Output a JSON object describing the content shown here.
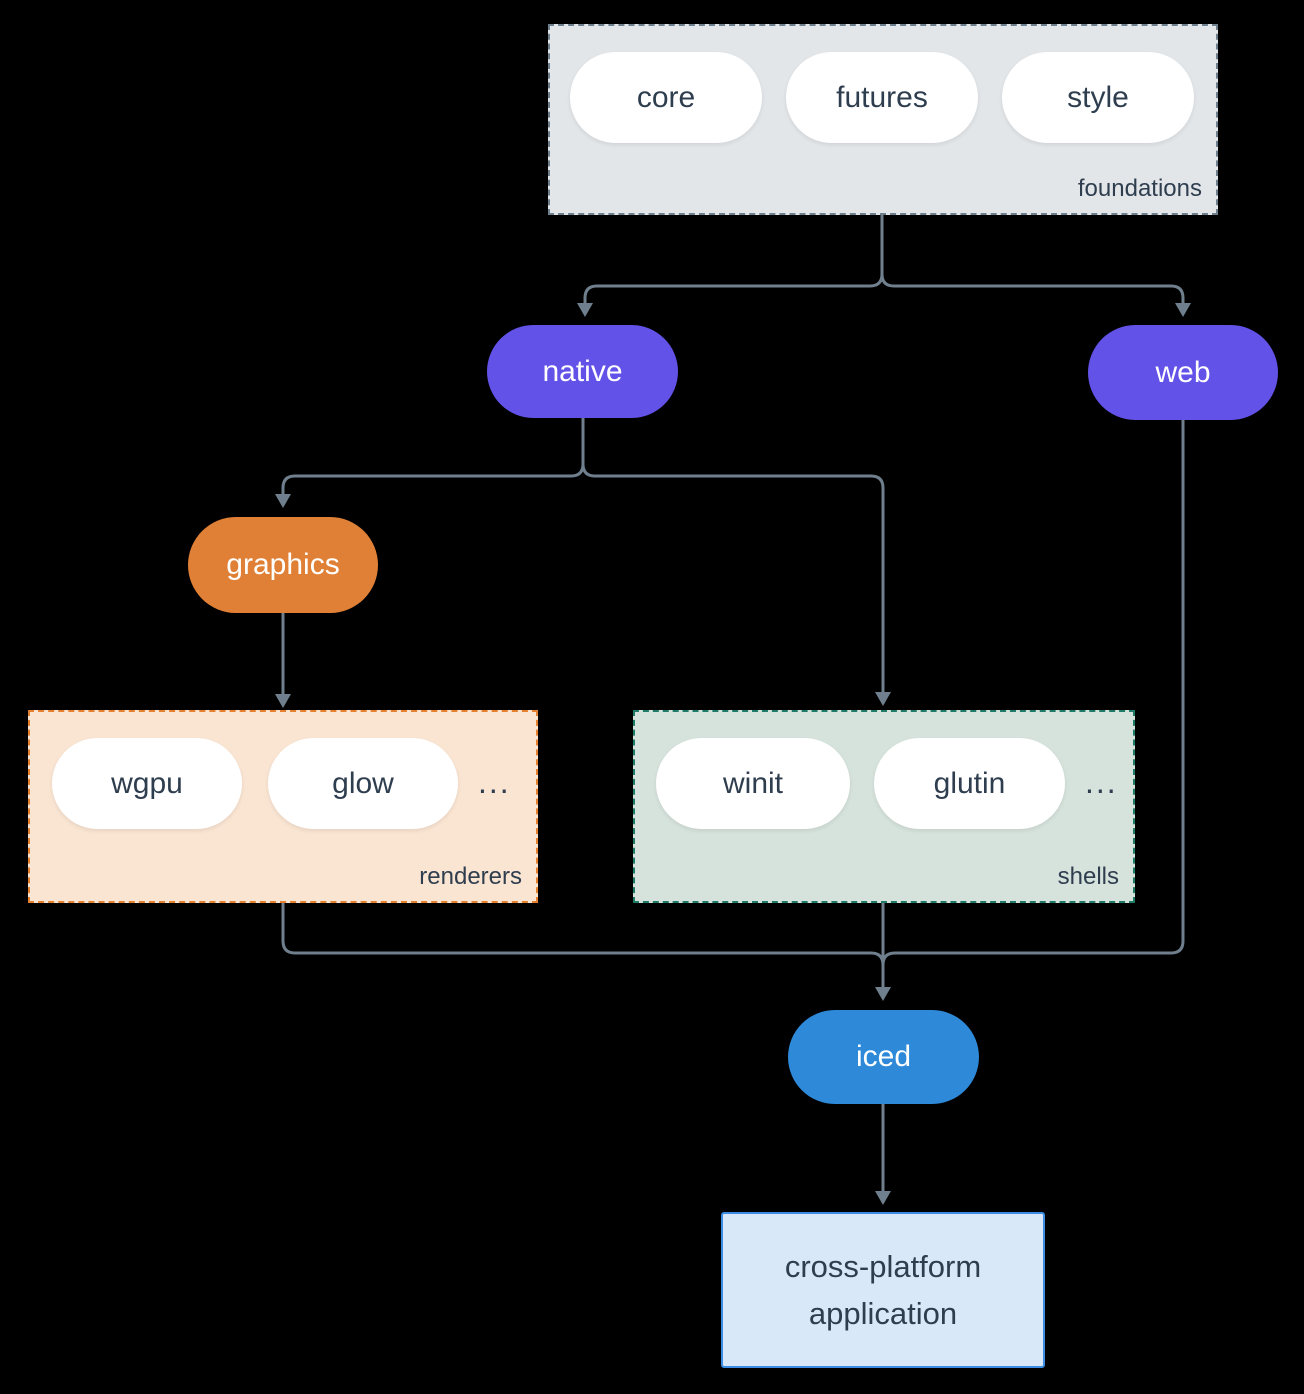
{
  "groups": {
    "foundations": {
      "label": "foundations",
      "pills": [
        "core",
        "futures",
        "style"
      ]
    },
    "renderers": {
      "label": "renderers",
      "pills": [
        "wgpu",
        "glow"
      ],
      "ellipsis": "..."
    },
    "shells": {
      "label": "shells",
      "pills": [
        "winit",
        "glutin"
      ],
      "ellipsis": "..."
    }
  },
  "nodes": {
    "native": {
      "label": "native"
    },
    "web": {
      "label": "web"
    },
    "graphics": {
      "label": "graphics"
    },
    "iced": {
      "label": "iced"
    },
    "application": {
      "label": "cross-platform application"
    }
  },
  "colors": {
    "background": "#000000",
    "connector": "#6f7f8d",
    "text_dark": "#2f3e4f",
    "node_text_light": "#ffffff",
    "purple": "#6252e8",
    "orange": "#e08036",
    "blue": "#2e89d9",
    "foundations_bg": "#e2e6e9",
    "foundations_border": "#6e7f8e",
    "renderers_bg": "#fae4d2",
    "renderers_border": "#e5802e",
    "shells_bg": "#d6e2dc",
    "shells_border": "#1f7a68",
    "app_bg": "#d9e8f8",
    "app_border": "#3b8ce2"
  }
}
